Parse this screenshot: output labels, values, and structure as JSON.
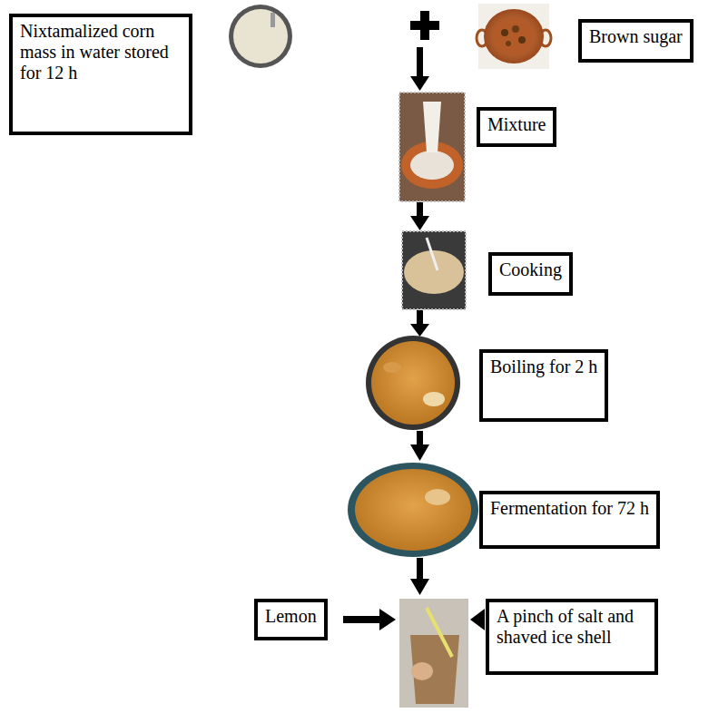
{
  "diagram": {
    "nodes": [
      {
        "text": [
          "Nixtamalized corn mass in water stored for 12 h"
        ]
      },
      {
        "text": [
          "Brown sugar"
        ]
      },
      {
        "text": [
          "Mixture"
        ]
      },
      {
        "text": [
          "Cooking"
        ]
      },
      {
        "text": [
          "Boiling for 2 h"
        ]
      },
      {
        "text": [
          "Fermentation for 72 h"
        ]
      },
      {
        "text": [
          "Lemon"
        ]
      },
      {
        "text": [
          "A pinch of salt and shaved ice shell"
        ]
      }
    ]
  }
}
